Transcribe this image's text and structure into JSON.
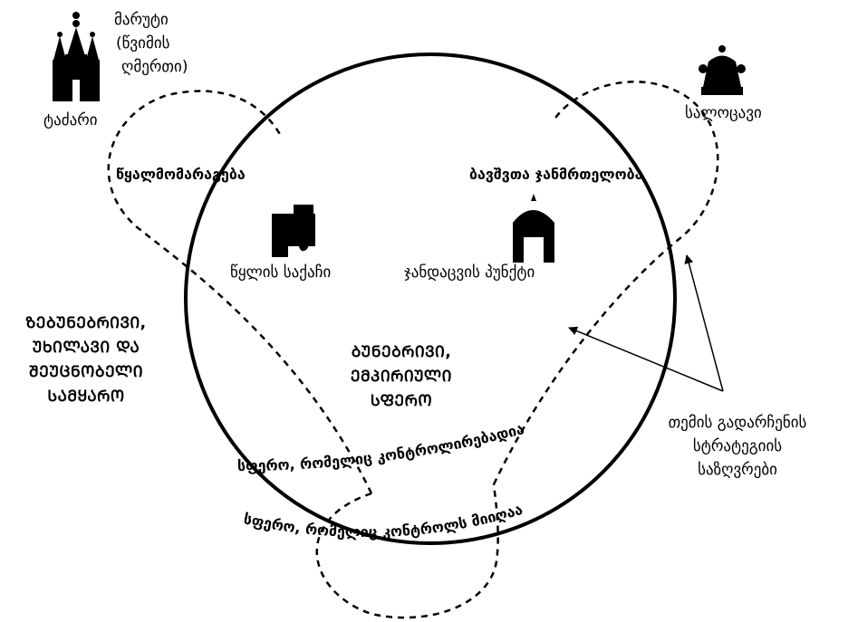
{
  "labels": {
    "maruti_line1": "მარუტი",
    "maruti_line2": "(წვიმის",
    "maruti_line3": "ღმერთი)",
    "temple": "ტაძარი",
    "prayer_house": "სალოცავი",
    "water_supply": "წყალმომარაგება",
    "child_health": "ბავშვთა ჯანმრთელობა",
    "water_tap": "წყლის საქაჩი",
    "health_post": "ჯანდაცვის პუნქტი",
    "wild_line1": "ᲖᲔᲑᲣᲜᲔᲑᲠᲘᲕᲘ,",
    "wild_line2": "ᲣᲮᲘᲚᲐᲕᲘ ᲓᲐ",
    "wild_line3": "ᲨᲔᲣᲪᲜᲝᲑᲔᲚᲘ",
    "wild_line4": "ᲡᲐᲛᲧᲐᲠᲝ",
    "empirical_line1": "ᲑᲣᲜᲔᲑᲠᲘᲕᲘ,",
    "empirical_line2": "ᲔᲛᲞᲘᲠᲘᲣᲚᲘ",
    "empirical_line3": "ᲡᲤᲔᲠᲝ",
    "controls_sphere": "სფერო, რომელიც კონტროლირებადია",
    "controlled_by_sphere": "სფერო, რომელიც კონტროლს მიიღაა",
    "strategy_line1": "თემის გადარჩენის",
    "strategy_line2": "სტრატეგიის",
    "strategy_line3": "საზღვრები"
  },
  "icons": [
    "temple-icon",
    "crown-icon",
    "water-tap-icon",
    "health-post-icon"
  ],
  "colors": {
    "ink": "#000000",
    "background": "#ffffff"
  }
}
